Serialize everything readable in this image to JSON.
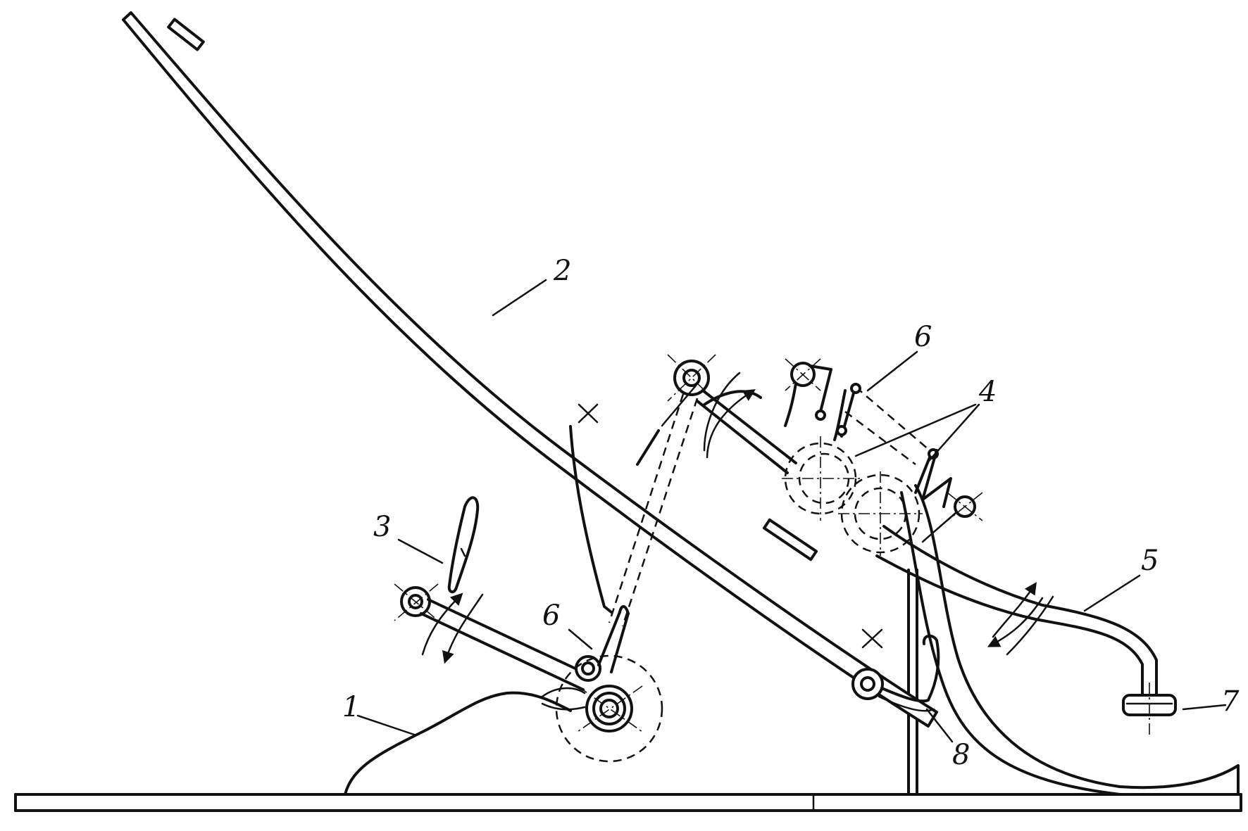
{
  "labels": {
    "label_1": "1",
    "label_2": "2",
    "label_3": "3",
    "label_4": "4",
    "label_5": "5",
    "label_6_upper": "6",
    "label_6_lower": "6",
    "label_7": "7",
    "label_8": "8"
  }
}
